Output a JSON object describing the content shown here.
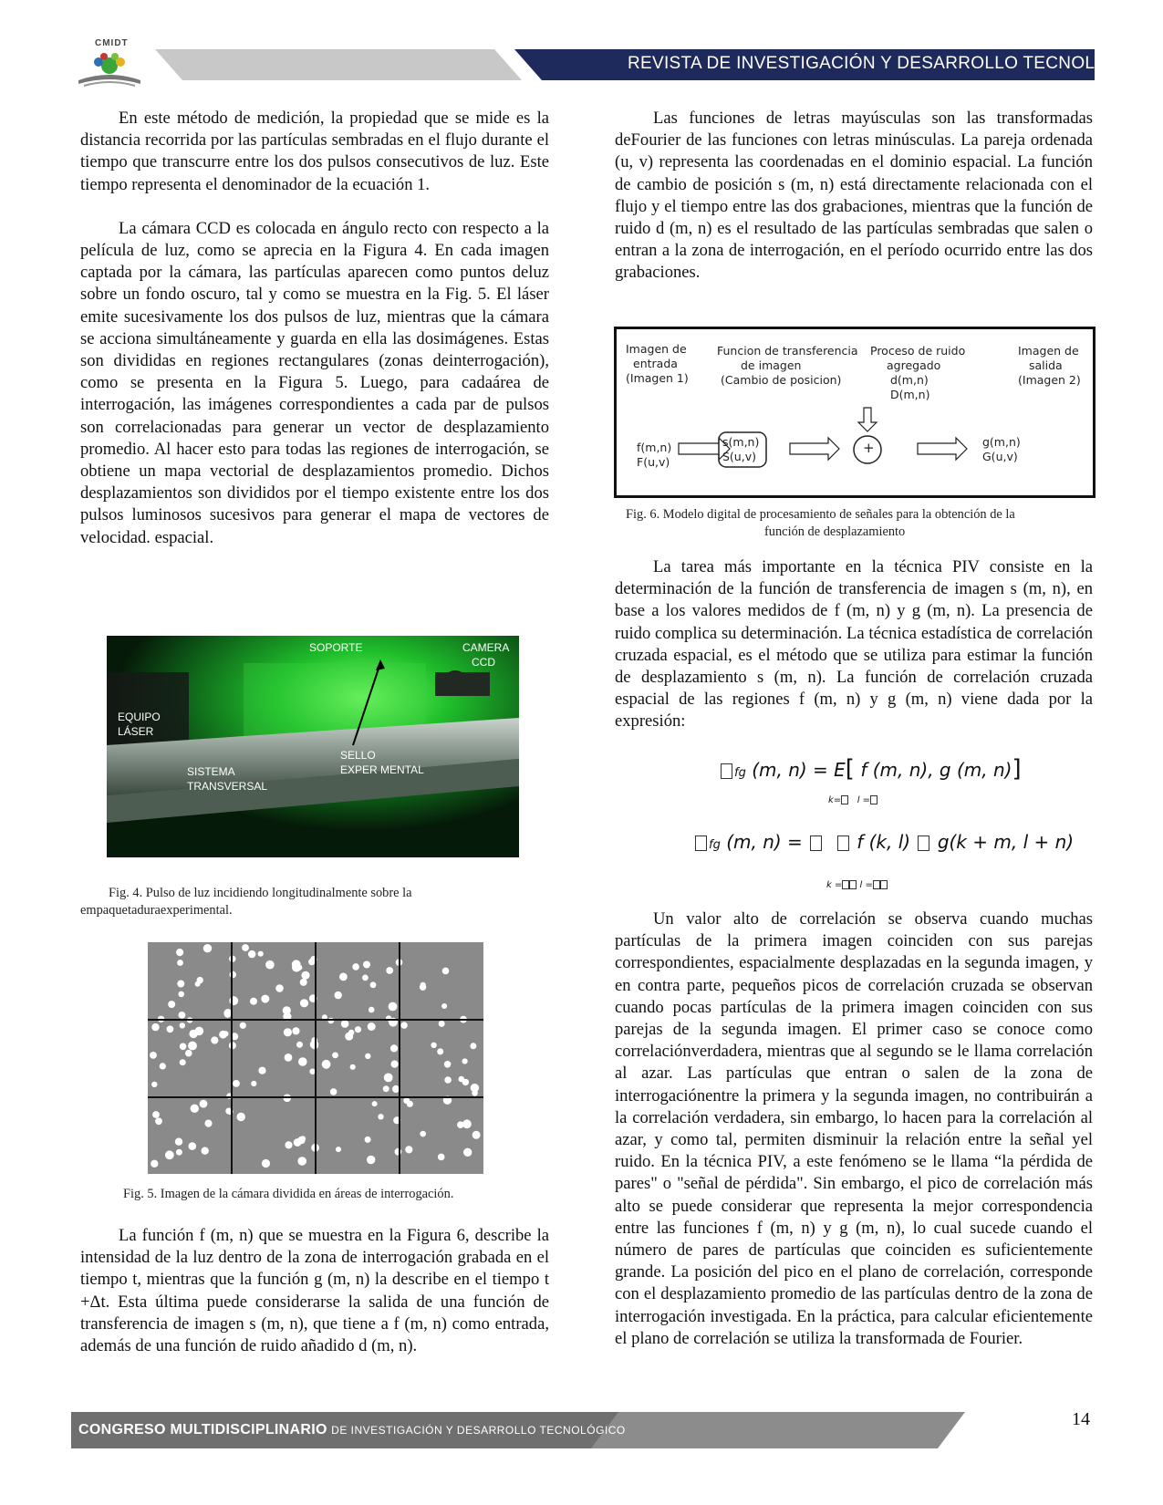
{
  "header": {
    "logo_text": "CMIDT",
    "journal_title": "REVISTA DE INVESTIGACIÓN Y DESARROLLO TECNOLÓGICO",
    "band_color": "#1f2a5c"
  },
  "left_column": {
    "p1": "En este método de medición, la propiedad que se mide es la distancia recorrida por las partículas sembradas en el flujo durante el tiempo que transcurre entre los dos pulsos consecutivos de luz. Este tiempo representa el denominador de la ecuación 1.",
    "p2": "La cámara CCD es colocada en ángulo recto con respecto a la película de luz, como se aprecia en la Figura 4. En cada imagen captada por la cámara, las partículas aparecen como puntos deluz sobre un fondo oscuro, tal y como se muestra en la Fig. 5. El láser emite sucesivamente los dos pulsos de luz, mientras que la cámara se acciona simultáneamente y guarda en ella las dosimágenes. Estas son divididas en regiones rectangulares (zonas deinterrogación), como se presenta en la Figura 5. Luego, para cadaárea de interrogación, las imágenes correspondientes a cada par de pulsos son correlacionadas para generar un vector de desplazamiento promedio. Al hacer esto para todas las regiones de interrogación, se obtiene un mapa vectorial de desplazamientos promedio. Dichos desplazamientos son divididos por el tiempo existente entre los dos pulsos luminosos sucesivos para generar el mapa de vectores de velocidad. espacial.",
    "p3": "La función f (m, n) que se muestra en la Figura 6, describe la intensidad de la luz dentro de la zona de interrogación grabada en el tiempo t, mientras que la función g (m, n) la describe en el tiempo t +Δt. Esta última puede considerarse la salida de una función de transferencia de imagen s (m, n), que tiene a f (m, n) como entrada, además de una función de ruido añadido d (m, n)."
  },
  "figure4": {
    "labels": {
      "soporte": "SOPORTE",
      "camera": "CAMERA",
      "ccd": "CCD",
      "equipo": "EQUIPO",
      "laser": "LÁSER",
      "sistema": "SISTEMA",
      "transversal": "TRANSVERSAL",
      "sello": "SELLO",
      "experimental": "EXPER MENTAL"
    },
    "caption_line1": "Fig. 4. Pulso de luz incidiendo longitudinalmente sobre la",
    "caption_line2": "empaquetaduraexperimental."
  },
  "figure5": {
    "caption": "Fig. 5. Imagen de la cámara dividida en áreas de interrogación."
  },
  "right_column": {
    "p1": "Las funciones de letras mayúsculas son las transformadas deFourier de las funciones con letras minúsculas. La pareja ordenada (u, v) representa las coordenadas en el dominio espacial. La función de cambio de posición s (m, n) está directamente relacionada con el flujo y el tiempo entre las dos grabaciones, mientras que la función de ruido d (m, n) es el resultado de las partículas sembradas que salen o entran a la zona de interrogación, en el período ocurrido entre las dos grabaciones.",
    "p2": "La tarea más importante en la técnica PIV consiste en la determinación de la función de transferencia de imagen s (m, n), en base a los valores medidos de f (m, n) y g (m, n). La presencia de ruido complica su determinación. La técnica estadística de correlación cruzada espacial, es el método que se utiliza para estimar la función de desplazamiento s (m, n). La función de correlación cruzada espacial de las regiones f (m, n) y g (m, n) viene dada por la expresión:",
    "p3": "Un valor alto de correlación se observa cuando muchas partículas de la primera imagen coinciden con sus parejas correspondientes, espacialmente desplazadas en la segunda imagen, y en contra parte, pequeños picos de correlación cruzada se observan cuando pocas partículas de la primera imagen coinciden con sus parejas de la segunda imagen. El primer caso se conoce como correlaciónverdadera, mientras que al segundo se le llama correlación al azar. Las partículas que entran o salen de la zona de interrogaciónentre la primera y la segunda imagen, no contribuirán a la correlación verdadera, sin embargo, lo hacen para la correlación al azar, y como tal, permiten disminuir la relación entre la señal yel ruido. En la técnica PIV, a este fenómeno se le llama “la pérdida de pares\" o \"señal de pérdida\". Sin embargo, el pico de correlación más alto se puede considerar que representa la mejor correspondencia entre las funciones f (m, n) y g (m, n), lo cual sucede cuando el número de pares de partículas que coinciden es suficientemente grande. La posición del pico en el plano de correlación, corresponde con el desplazamiento promedio de las partículas dentro de la zona de interrogación investigada. En la práctica, para calcular eficientemente el plano de correlación se utiliza la transformada de Fourier."
  },
  "figure6": {
    "input_title_1": "Imagen de",
    "input_title_2": "entrada",
    "input_title_3": "(Imagen 1)",
    "transfer_title_1": "Funcion de transferencia",
    "transfer_title_2": "de imagen",
    "transfer_title_3": "(Cambio de posicion)",
    "noise_title_1": "Proceso de ruido",
    "noise_title_2": "agregado",
    "noise_title_3": "d(m,n)",
    "noise_title_4": "D(m,n)",
    "output_title_1": "Imagen de",
    "output_title_2": "salida",
    "output_title_3": "(Imagen 2)",
    "f_label_1": "f(m,n)",
    "f_label_2": "F(u,v)",
    "s_label_1": "s(m,n)",
    "s_label_2": "S(u,v)",
    "plus": "+",
    "g_label_1": "g(m,n)",
    "g_label_2": "G(u,v)",
    "caption_line1": "Fig. 6. Modelo digital de procesamiento de señales para la obtención de la",
    "caption_line2": "función de desplazamiento"
  },
  "equations": {
    "eq1_sub": "fg",
    "eq1_args": "(m, n) =",
    "eq1_E": "E",
    "eq1_body": "f  (m, n), g (m, n)",
    "eq1_limits_k": "k=",
    "eq1_limits_l": "l =",
    "eq2_sub": "fg",
    "eq2_args": "(m, n) =",
    "eq2_body_1": "f (k, l)",
    "eq2_body_2": "g(k + m, l + n)",
    "eq2_limits_k": "k =",
    "eq2_limits_l": "l ="
  },
  "footer": {
    "strong_text": "CONGRESO MULTIDISCIPLINARIO",
    "light_text": "DE INVESTIGACIÓN Y DESARROLLO TECNOLÓGICO",
    "page_number": "14"
  }
}
